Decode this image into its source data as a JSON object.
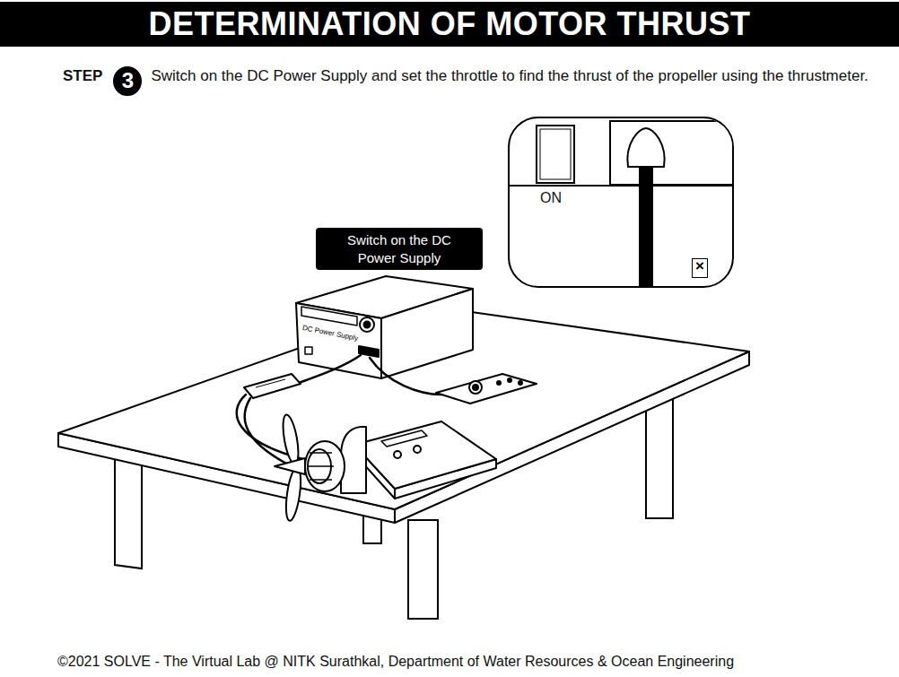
{
  "diagram": {
    "title": "DETERMINATION OF MOTOR THRUST",
    "caption": "©2021 SOLVE - The Virtual Lab @ NITK Surathkal, Department of Water Resources & Ocean Engineering",
    "nodes": [
      {
        "text": [
          "3"
        ]
      },
      {
        "text": [
          "ON"
        ]
      },
      {
        "text": [
          "×"
        ],
        "in": 1
      },
      {
        "text": [
          "Switch on the DC Power Supply"
        ]
      }
    ],
    "labels": [
      "STEP",
      "Switch on the DC Power Supply and set the throttle to find the thrust of the propeller using the thrustmeter.",
      "DC Power Supply"
    ]
  }
}
